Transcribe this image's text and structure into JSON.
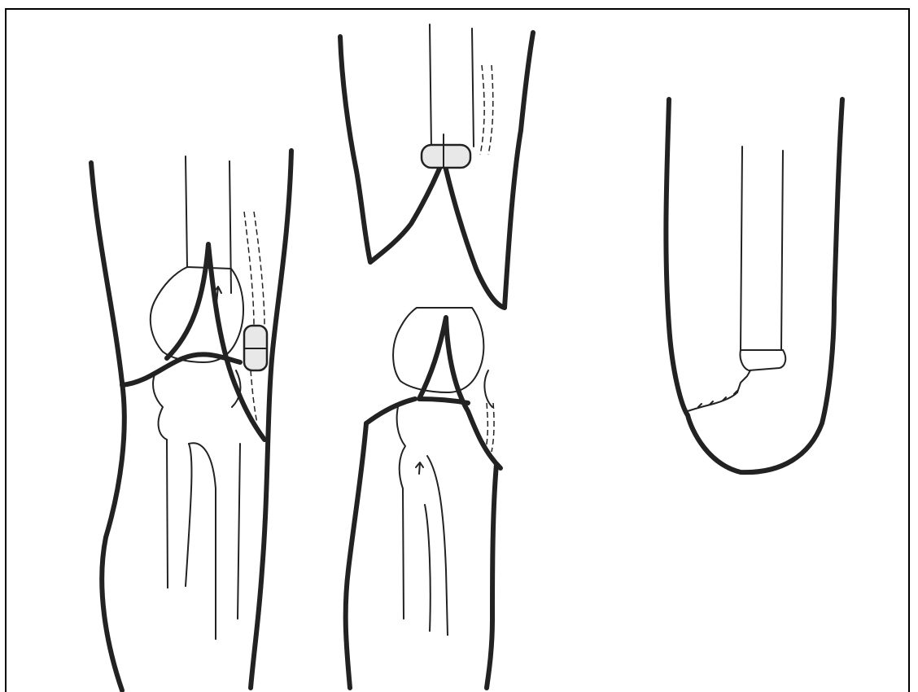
{
  "figure": {
    "panels": [
      {
        "id": "left-knee",
        "description_visible": false
      },
      {
        "id": "middle-knee-split",
        "description_visible": false
      },
      {
        "id": "right-stump",
        "description_visible": false
      }
    ],
    "colors": {
      "ink": "#222222",
      "background": "#ffffff",
      "graft_fill": "#e8e8e8"
    }
  }
}
